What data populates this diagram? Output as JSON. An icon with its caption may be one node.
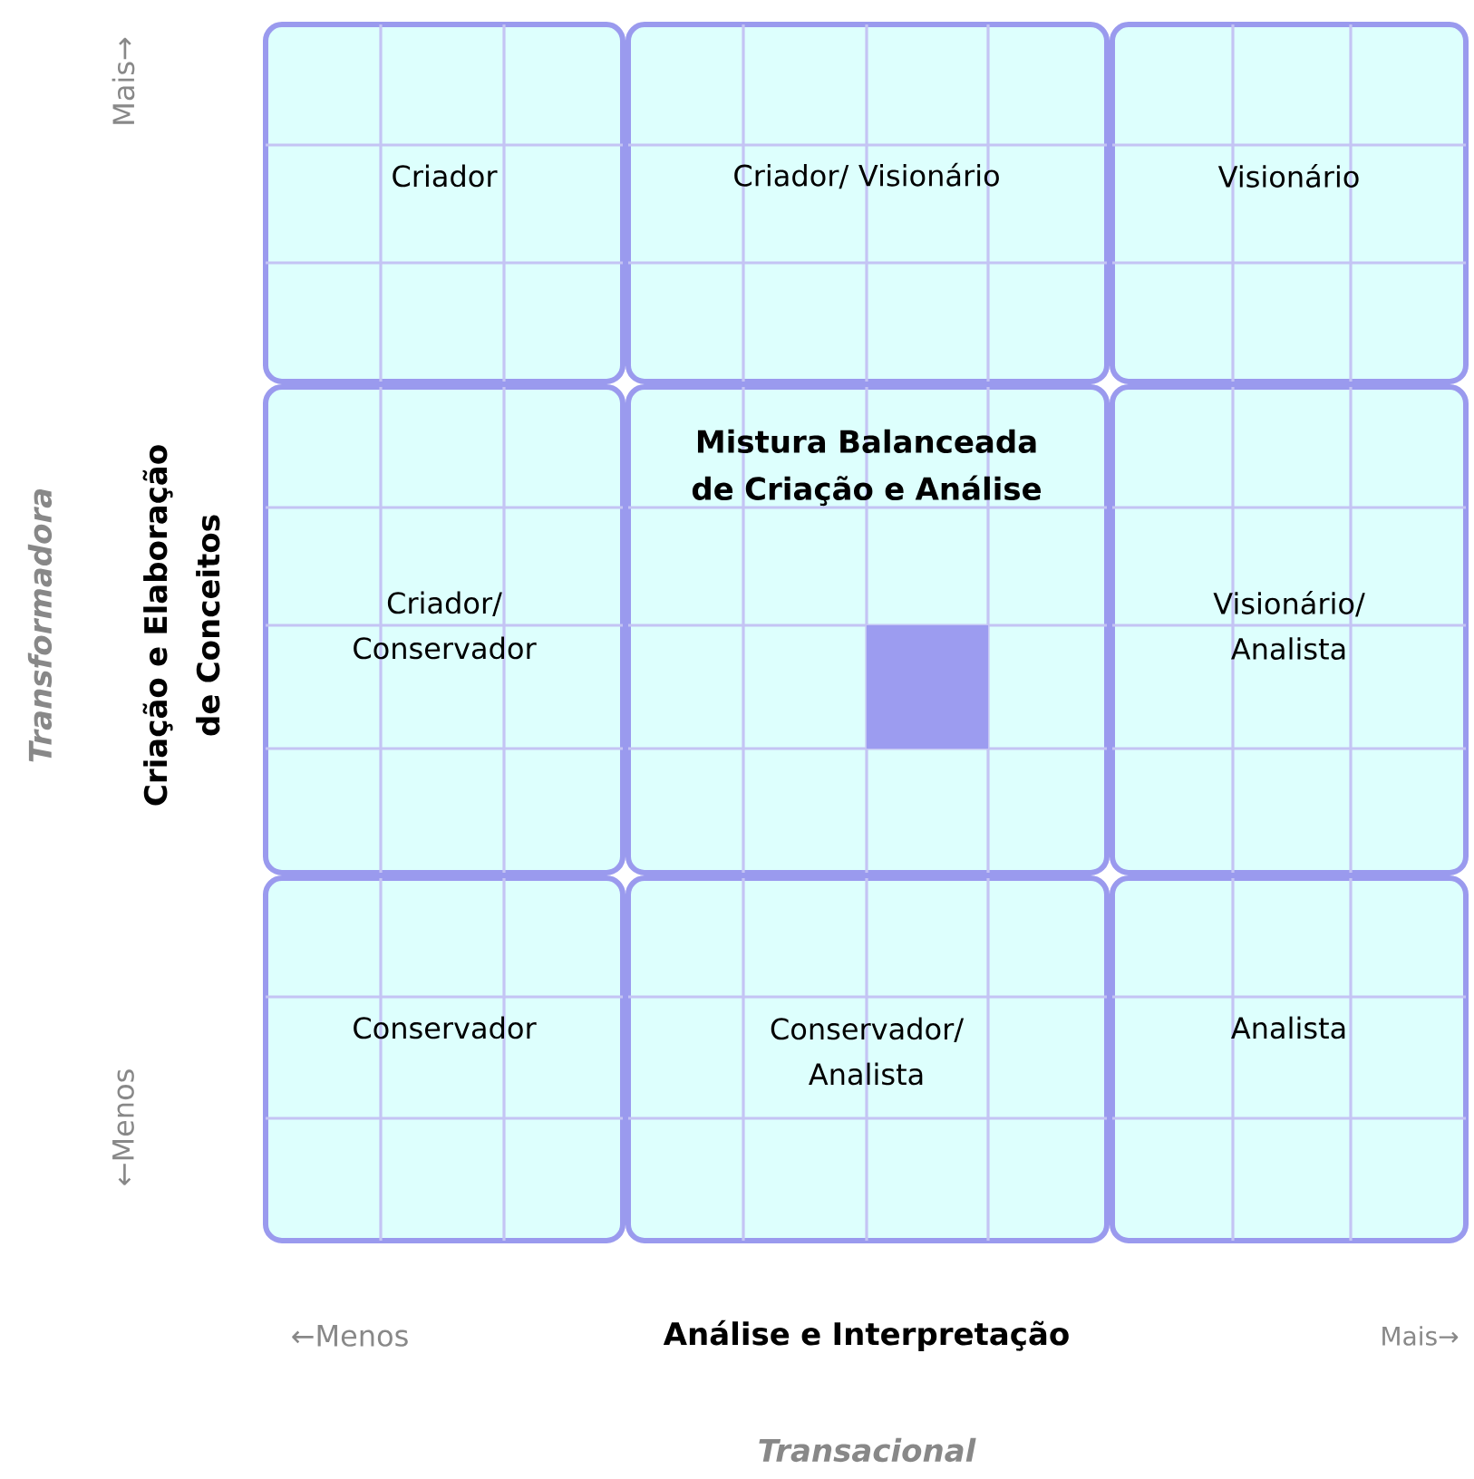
{
  "diagram": {
    "nodes": [
      {
        "text": [
          "Criador"
        ]
      },
      {
        "text": [
          "Criador/ Visionário"
        ]
      },
      {
        "text": [
          "Visionário"
        ]
      },
      {
        "text": [
          "Criador/ Conservador"
        ]
      },
      {
        "text": [
          "Mistura Balanceada de Criação e Análise"
        ]
      },
      {
        "text": [
          "Visionário/ Analista"
        ]
      },
      {
        "text": [
          "Conservador"
        ]
      },
      {
        "text": [
          "Conservador/ Analista"
        ]
      },
      {
        "text": [
          "Analista"
        ]
      },
      {
        "text": [],
        "shape": "box",
        "in": 4
      }
    ],
    "labels": [
      "Mais→",
      "Transformadora",
      "Criação e Elaboração de Conceitos",
      "←Menos",
      "←Menos",
      "Análise e Interpretação",
      "Mais→",
      "Transacional"
    ]
  }
}
